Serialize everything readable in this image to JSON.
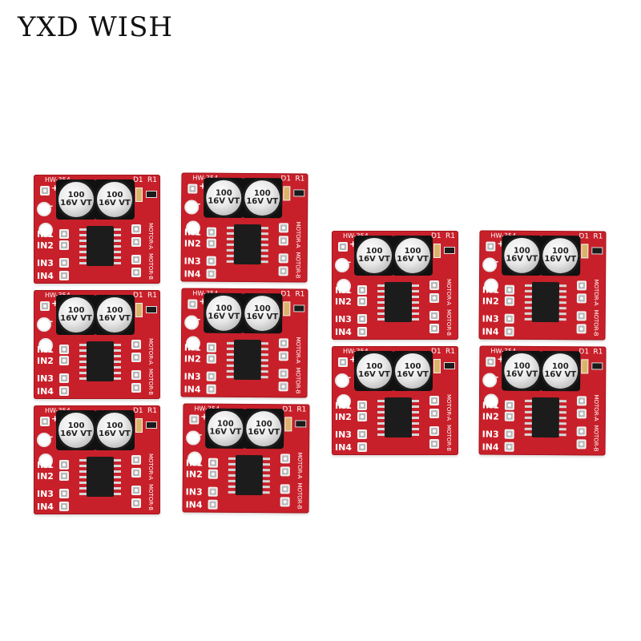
{
  "brand": {
    "text": "YXD WISH"
  },
  "board_silkscreen": {
    "model": "HW-354",
    "d1": "D1",
    "r1": "R1",
    "plus": "+",
    "minus": "-",
    "in1": "IN1",
    "in2": "IN2",
    "in3": "IN3",
    "in4": "IN4",
    "motor_a": "MOTOR-A",
    "motor_b": "MOTOR-B",
    "cap_left": "100 16V VT",
    "cap_right": "100 16V VT"
  },
  "colors": {
    "pcb": "#c8202a",
    "silk": "#ffffff",
    "background": "#ffffff"
  },
  "board_count": 10
}
